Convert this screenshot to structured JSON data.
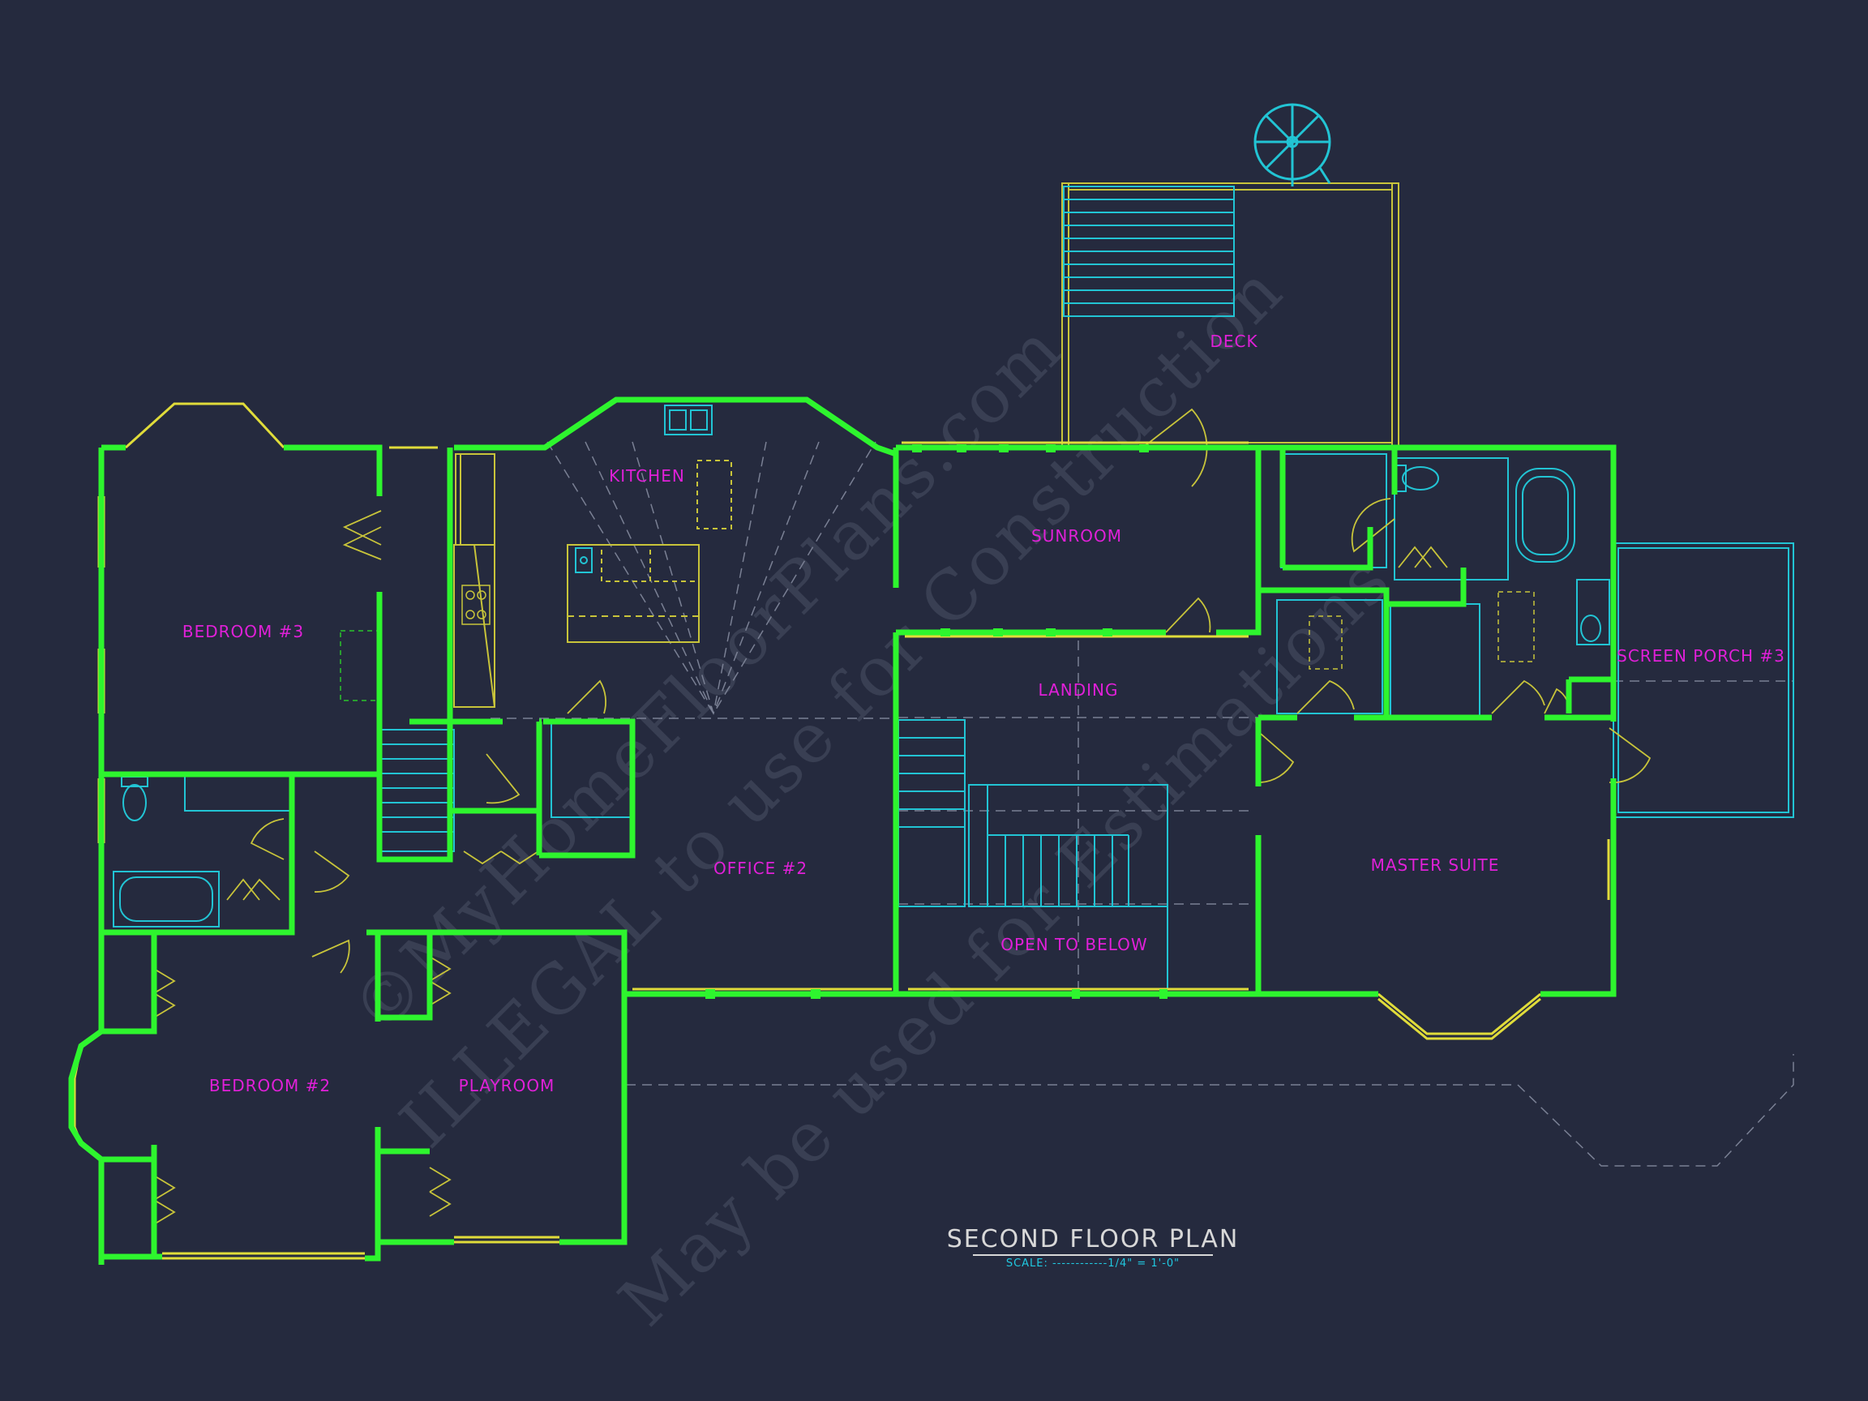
{
  "colors": {
    "background": "#252a3e",
    "walls": "#2ef52e",
    "windows": "#e0dc3a",
    "fixtures": "#22c4d4",
    "room_labels": "#e020d8",
    "hidden_lines": "#7a8094",
    "watermark": "#3c4256"
  },
  "rooms": {
    "bedroom3": "BEDROOM #3",
    "kitchen": "KITCHEN",
    "sunroom": "SUNROOM",
    "deck": "DECK",
    "screen_porch": "SCREEN PORCH #3",
    "landing": "LANDING",
    "office": "OFFICE #2",
    "master_suite": "MASTER SUITE",
    "open_to_below": "OPEN TO BELOW",
    "bedroom2": "BEDROOM #2",
    "playroom": "PLAYROOM"
  },
  "title_block": {
    "title": "SECOND FLOOR PLAN",
    "scale": "SCALE: ------------1/4\" = 1'-0\""
  },
  "watermark": {
    "line1": "©MyHomeFloorPlans.com",
    "line2": "ILLEGAL to use for Construction",
    "line3": "May be used for Estimations"
  },
  "icons": [
    "spiral-stair-icon",
    "toilet-icon",
    "bathtub-icon",
    "sink-icon",
    "range-icon",
    "door-swing-icon"
  ]
}
